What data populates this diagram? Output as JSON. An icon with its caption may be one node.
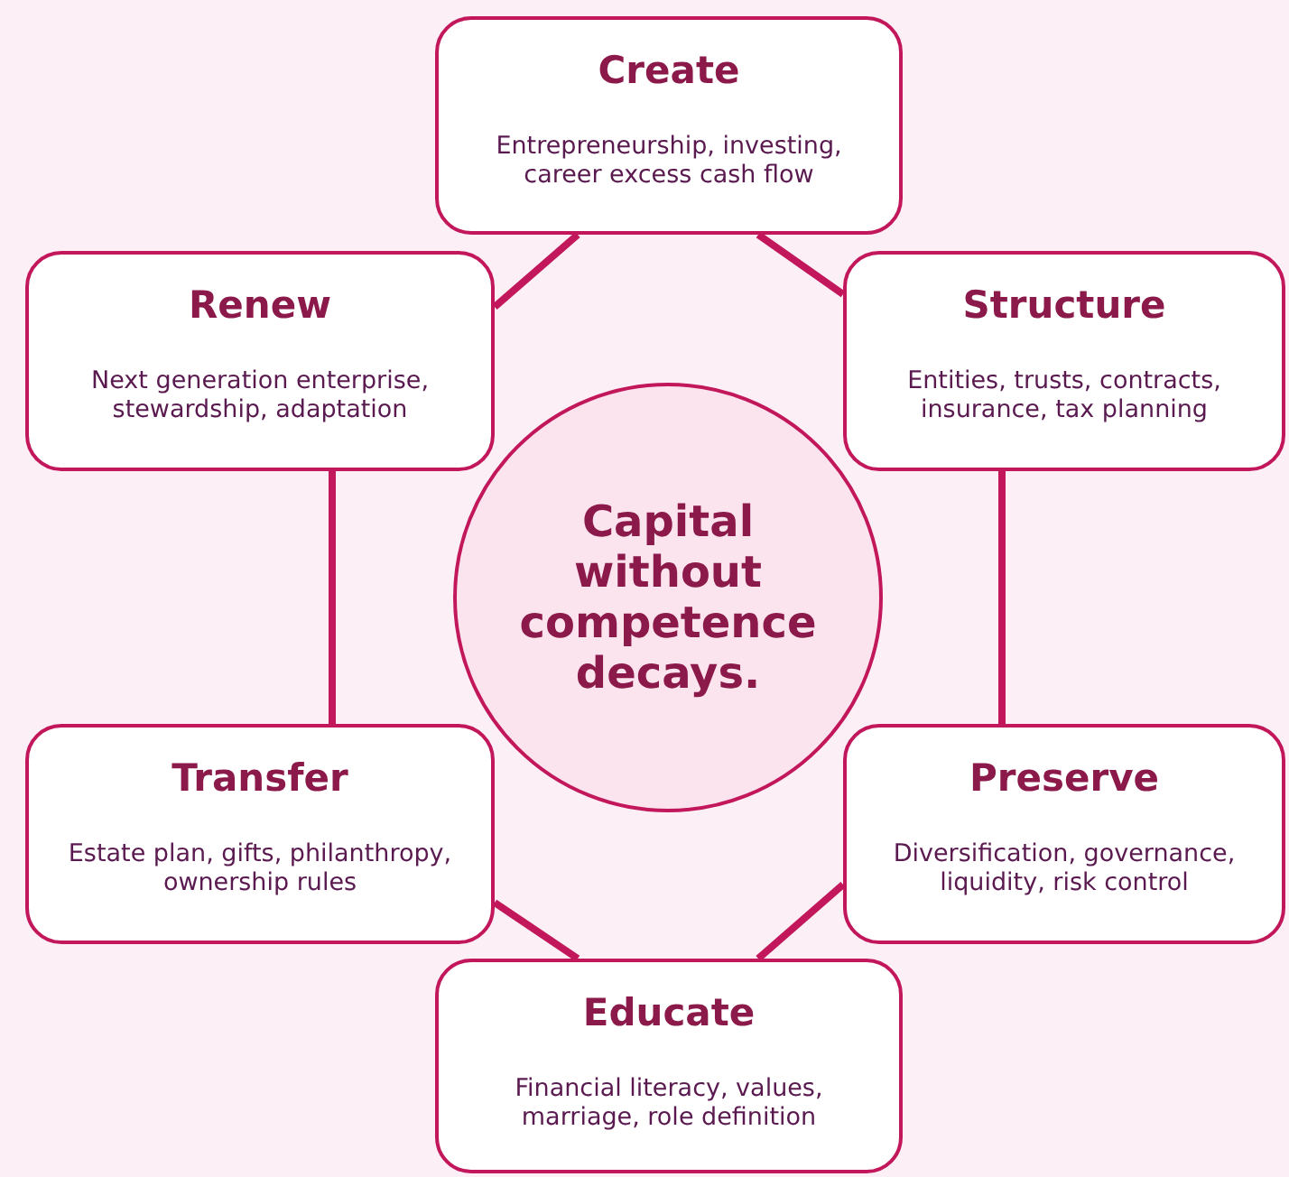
{
  "diagram": {
    "nodes": [
      {
        "text": [
          "Create",
          "Entrepreneurship, investing, career excess cash flow"
        ]
      },
      {
        "text": [
          "Renew",
          "Next generation enterprise, stewardship, adaptation"
        ]
      },
      {
        "text": [
          "Structure",
          "Entities, trusts, contracts, insurance, tax planning"
        ]
      },
      {
        "text": [
          "Capital without competence decays."
        ]
      },
      {
        "text": [
          "Transfer",
          "Estate plan, gifts, philanthropy, ownership rules"
        ]
      },
      {
        "text": [
          "Preserve",
          "Diversification, governance, liquidity, risk control"
        ]
      },
      {
        "text": [
          "Educate",
          "Financial literacy, values, marriage, role definition"
        ]
      }
    ],
    "edges": [
      {
        "from": 0,
        "to": 2,
        "arrow": "none"
      },
      {
        "from": 2,
        "to": 5,
        "arrow": "none"
      },
      {
        "from": 5,
        "to": 6,
        "arrow": "none"
      },
      {
        "from": 6,
        "to": 4,
        "arrow": "none"
      },
      {
        "from": 4,
        "to": 1,
        "arrow": "none"
      },
      {
        "from": 1,
        "to": 0,
        "arrow": "none"
      }
    ]
  }
}
